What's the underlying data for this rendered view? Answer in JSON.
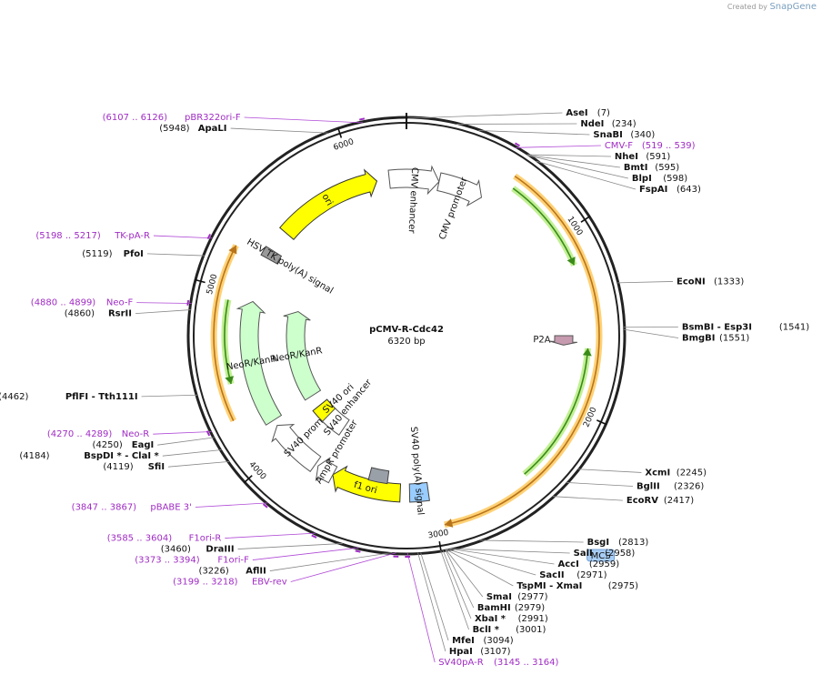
{
  "credit": {
    "prefix": "Created by",
    "brand": "SnapGene"
  },
  "plasmid": {
    "name": "pCMV-R-Cdc42",
    "size_label": "6320 bp",
    "length_bp": 6320
  },
  "ticks": [
    {
      "bp": 1000,
      "label": "1000"
    },
    {
      "bp": 2000,
      "label": "2000"
    },
    {
      "bp": 3000,
      "label": "3000"
    },
    {
      "bp": 4000,
      "label": "4000"
    },
    {
      "bp": 5000,
      "label": "5000"
    },
    {
      "bp": 6000,
      "label": "6000"
    }
  ],
  "sites": [
    {
      "bp": 7,
      "name": "AseI",
      "pos": "(7)",
      "color": "#111111"
    },
    {
      "bp": 234,
      "name": "NdeI",
      "pos": "(234)",
      "color": "#111111"
    },
    {
      "bp": 340,
      "name": "SnaBI",
      "pos": "(340)",
      "color": "#111111"
    },
    {
      "bp": 529,
      "name": "CMV-F",
      "pos": "(519 .. 539)",
      "color": "#a02cc4"
    },
    {
      "bp": 591,
      "name": "NheI",
      "pos": "(591)",
      "color": "#111111"
    },
    {
      "bp": 595,
      "name": "BmtI",
      "pos": "(595)",
      "color": "#111111"
    },
    {
      "bp": 598,
      "name": "BlpI",
      "pos": "(598)",
      "color": "#111111"
    },
    {
      "bp": 643,
      "name": "FspAI",
      "pos": "(643)",
      "color": "#111111"
    },
    {
      "bp": 1333,
      "name": "EcoNI",
      "pos": "(1333)",
      "color": "#111111"
    },
    {
      "bp": 1541,
      "name": "BsmBI   - Esp3I",
      "pos": "(1541)",
      "color": "#111111"
    },
    {
      "bp": 1551,
      "name": "BmgBI",
      "pos": "(1551)",
      "color": "#111111"
    },
    {
      "bp": 2245,
      "name": "XcmI",
      "pos": "(2245)",
      "color": "#111111"
    },
    {
      "bp": 2326,
      "name": "BglII",
      "pos": "(2326)",
      "color": "#111111"
    },
    {
      "bp": 2417,
      "name": "EcoRV",
      "pos": "(2417)",
      "color": "#111111"
    },
    {
      "bp": 2813,
      "name": "BsgI",
      "pos": "(2813)",
      "color": "#111111"
    },
    {
      "bp": 2958,
      "name": "SalI",
      "pos": "(2958)",
      "color": "#111111"
    },
    {
      "bp": 2959,
      "name": "AccI",
      "pos": "(2959)",
      "color": "#111111"
    },
    {
      "bp": 2971,
      "name": "SacII",
      "pos": "(2971)",
      "color": "#111111"
    },
    {
      "bp": 2975,
      "name": "TspMI   - XmaI",
      "pos": "(2975)",
      "color": "#111111"
    },
    {
      "bp": 2977,
      "name": "SmaI",
      "pos": "(2977)",
      "color": "#111111"
    },
    {
      "bp": 2979,
      "name": "BamHI",
      "pos": "(2979)",
      "color": "#111111"
    },
    {
      "bp": 2991,
      "name": "XbaI *",
      "pos": "(2991)",
      "color": "#111111"
    },
    {
      "bp": 3001,
      "name": "BclI *",
      "pos": "(3001)",
      "color": "#111111"
    },
    {
      "bp": 3094,
      "name": "MfeI",
      "pos": "(3094)",
      "color": "#111111"
    },
    {
      "bp": 3107,
      "name": "HpaI",
      "pos": "(3107)",
      "color": "#111111"
    },
    {
      "bp": 3155,
      "name": "SV40pA-R",
      "pos": "(3145 .. 3164)",
      "color": "#a02cc4"
    },
    {
      "bp": 3208,
      "name": "EBV-rev",
      "pos": "(3199 .. 3218)",
      "color": "#a02cc4"
    },
    {
      "bp": 3226,
      "name": "AflII",
      "pos": "(3226)",
      "color": "#111111"
    },
    {
      "bp": 3383,
      "name": "F1ori-F",
      "pos": "(3373 .. 3394)",
      "color": "#a02cc4"
    },
    {
      "bp": 3460,
      "name": "DraIII",
      "pos": "(3460)",
      "color": "#111111"
    },
    {
      "bp": 3594,
      "name": "F1ori-R",
      "pos": "(3585 .. 3604)",
      "color": "#a02cc4"
    },
    {
      "bp": 3857,
      "name": "pBABE 3'",
      "pos": "(3847 .. 3867)",
      "color": "#a02cc4"
    },
    {
      "bp": 4119,
      "name": "SfiI",
      "pos": "(4119)",
      "color": "#111111"
    },
    {
      "bp": 4184,
      "name": "BspDI *  - ClaI *",
      "pos": "(4184)",
      "color": "#111111"
    },
    {
      "bp": 4250,
      "name": "EagI",
      "pos": "(4250)",
      "color": "#111111"
    },
    {
      "bp": 4280,
      "name": "Neo-R",
      "pos": "(4270 .. 4289)",
      "color": "#a02cc4"
    },
    {
      "bp": 4462,
      "name": "PflFI   - Tth111I",
      "pos": "(4462)",
      "color": "#111111"
    },
    {
      "bp": 4860,
      "name": "RsrII",
      "pos": "(4860)",
      "color": "#111111"
    },
    {
      "bp": 4890,
      "name": "Neo-F",
      "pos": "(4880 .. 4899)",
      "color": "#a02cc4"
    },
    {
      "bp": 5119,
      "name": "PfoI",
      "pos": "(5119)",
      "color": "#111111"
    },
    {
      "bp": 5208,
      "name": "TK-pA-R",
      "pos": "(5198 .. 5217)",
      "color": "#a02cc4"
    },
    {
      "bp": 5948,
      "name": "ApaLI",
      "pos": "(5948)",
      "color": "#111111"
    },
    {
      "bp": 6116,
      "name": "pBR322ori-F",
      "pos": "(6107 .. 6126)",
      "color": "#a02cc4"
    }
  ],
  "mcs_label": "MCS",
  "features": [
    {
      "name": "ori",
      "label": "ori",
      "start": 5450,
      "end": 6130,
      "dir": 1,
      "ring": 1,
      "fill": "#ffff00",
      "stroke": "#333333"
    },
    {
      "name": "cmv-enhancer",
      "label": "CMV enhancer",
      "start": 6210,
      "end": 210,
      "dir": 1,
      "ring": 1,
      "fill": "#ffffff",
      "stroke": "#555555"
    },
    {
      "name": "cmv-promoter",
      "label": "CMV promoter",
      "start": 210,
      "end": 500,
      "dir": 1,
      "ring": 1,
      "fill": "#ffffff",
      "stroke": "#555555"
    },
    {
      "name": "p2a",
      "label": "P2A",
      "start": 1580,
      "end": 1640,
      "dir": 1,
      "ring": 1,
      "fill": "#c69aaf",
      "stroke": "#555555"
    },
    {
      "name": "sv40-polya-signal",
      "label": "SV40 poly(A) signal",
      "start": 3020,
      "end": 3140,
      "dir": 0,
      "ring": 1,
      "fill": "#99ccff",
      "stroke": "#444444"
    },
    {
      "name": "f1-ori",
      "label": "f1 ori",
      "start": 3200,
      "end": 3650,
      "dir": 1,
      "ring": 1,
      "fill": "#ffff00",
      "stroke": "#333333"
    },
    {
      "name": "ampr-promoter",
      "label": "AmpR promoter",
      "start": 3650,
      "end": 3760,
      "dir": 1,
      "ring": 1,
      "fill": "#ffffff",
      "stroke": "#555555"
    },
    {
      "name": "sv40-promoter",
      "label": "SV40 promoter",
      "start": 3780,
      "end": 4130,
      "dir": 1,
      "ring": 1,
      "fill": "#ffffff",
      "stroke": "#555555"
    },
    {
      "name": "neor-kanr-outer",
      "label": "NeoR/KanR",
      "start": 4170,
      "end": 4960,
      "dir": 1,
      "ring": 1,
      "fill": "#ccffcc",
      "stroke": "#555555"
    },
    {
      "name": "hsv-tk-polya",
      "label": "HSV TK poly(A) signal",
      "start": 5250,
      "end": 5310,
      "dir": 0,
      "ring": 1,
      "fill": "#999999",
      "stroke": "#444444"
    },
    {
      "name": "sv40-ori",
      "label": "SV40 ori",
      "start": 3920,
      "end": 4060,
      "dir": 0,
      "ring": 2,
      "fill": "#ffff00",
      "stroke": "#333333"
    },
    {
      "name": "sv40-enhancer",
      "label": "SV40 enhancer",
      "start": 3760,
      "end": 3940,
      "dir": 0,
      "ring": 2,
      "fill": "#ffffff",
      "stroke": "#555555"
    },
    {
      "name": "neor-kanr-inner",
      "label": "NeoR/KanR",
      "start": 4170,
      "end": 4960,
      "dir": 1,
      "ring": 2,
      "fill": "#ccffcc",
      "stroke": "#555555"
    },
    {
      "name": "sv40-polya-grey",
      "label": "",
      "start": 3290,
      "end": 3420,
      "dir": 0,
      "ring": 0,
      "fill": "#9aa0a8",
      "stroke": "#444444"
    }
  ],
  "orfs": [
    {
      "name": "orf-cdc42",
      "start": 600,
      "end": 2960,
      "dir": 1,
      "r": 212,
      "halo": "#ffcc66",
      "line": "#b8741a"
    },
    {
      "name": "orf-inner-green-1",
      "start": 630,
      "end": 1180,
      "dir": 1,
      "r": 200,
      "halo": "#bbee88",
      "line": "#3a8a1a"
    },
    {
      "name": "orf-inner-green-2",
      "start": 1650,
      "end": 2450,
      "dir": -1,
      "r": 200,
      "halo": "#bbee88",
      "line": "#3a8a1a"
    },
    {
      "name": "orf-left-orange",
      "start": 4280,
      "end": 5230,
      "dir": 1,
      "r": 212,
      "halo": "#ffcc66",
      "line": "#b8741a"
    },
    {
      "name": "orf-left-green",
      "start": 4470,
      "end": 4940,
      "dir": -1,
      "r": 200,
      "halo": "#bbee88",
      "line": "#3a8a1a"
    }
  ]
}
